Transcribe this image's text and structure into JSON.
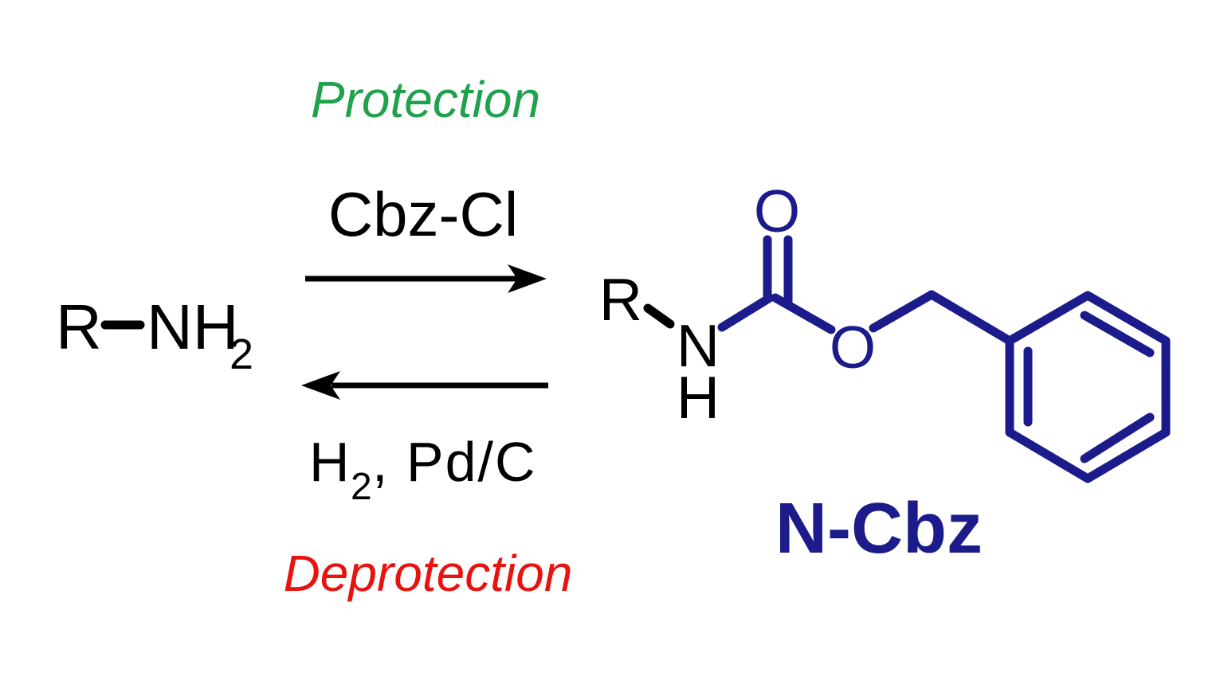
{
  "colors": {
    "protection_green": "#1FA24B",
    "deprotection_red": "#E8130F",
    "structure_navy": "#1B1B8B",
    "ink_black": "#000000",
    "background": "#FFFFFF"
  },
  "scheme": {
    "protection_label": "Protection",
    "forward_reagent": "Cbz-Cl",
    "reverse_reagent_main": "H",
    "reverse_reagent_subscript": "2",
    "reverse_reagent_tail": ", Pd/C",
    "deprotection_label": "Deprotection"
  },
  "reactant": {
    "r_group": "R",
    "amine": "NH",
    "amine_subscript": "2"
  },
  "product": {
    "r_group": "R",
    "nitrogen": "N",
    "nh_hydrogen": "H",
    "carbonyl_oxygen": "O",
    "ester_oxygen": "O",
    "name": "N-Cbz"
  }
}
